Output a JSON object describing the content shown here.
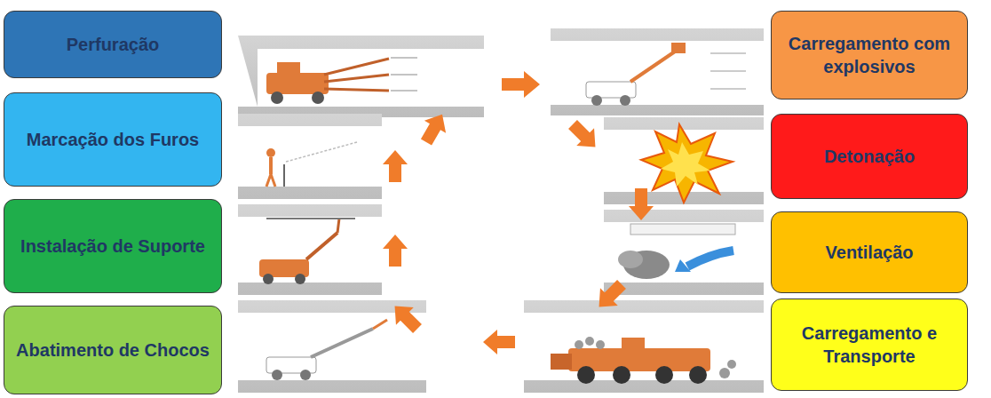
{
  "diagram": {
    "nodes": [
      {
        "text": [
          "Perfuração"
        ]
      },
      {
        "text": [
          "Carregamento com explosivos"
        ]
      },
      {
        "text": [
          "Marcação dos Furos"
        ]
      },
      {
        "text": [
          "Detonação"
        ]
      },
      {
        "text": [
          "Instalação de Suporte"
        ]
      },
      {
        "text": [
          "Ventilação"
        ]
      },
      {
        "text": [
          "Abatimento de Chocos"
        ]
      },
      {
        "text": [
          "Carregamento e Transporte"
        ]
      }
    ]
  }
}
